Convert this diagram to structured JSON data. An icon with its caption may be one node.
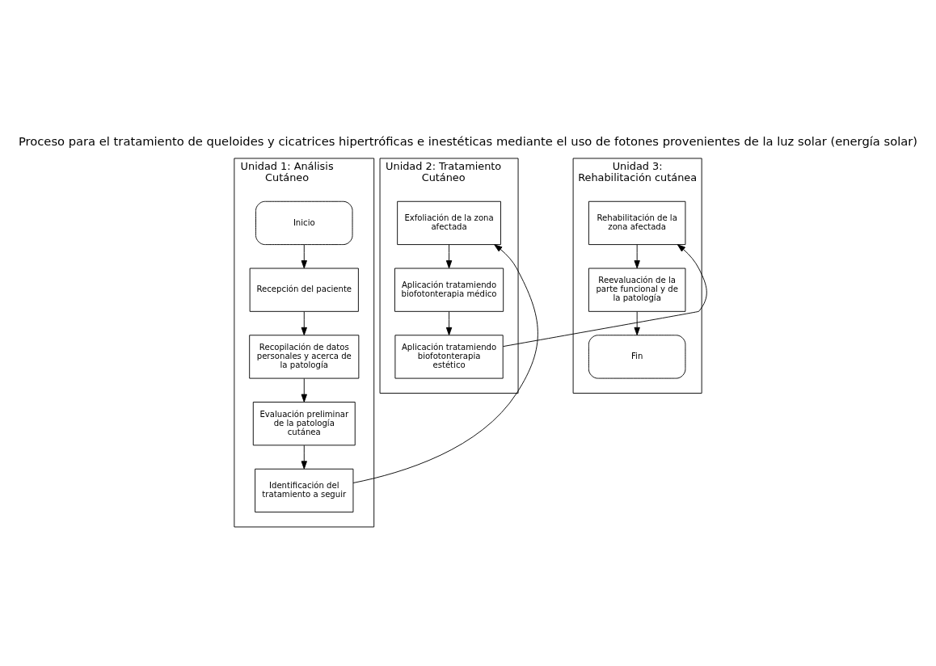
{
  "diagram": {
    "title": "Proceso para el tratamiento de queloides y cicatrices hipertróficas e inestéticas mediante el uso de fotones provenientes de la luz solar (energía solar)",
    "nodes": [
      {
        "text": [
          "Unidad 1: Análisis Cutáneo"
        ]
      },
      {
        "text": [
          "Unidad 2: Tratamiento Cutáneo"
        ]
      },
      {
        "text": [
          "Unidad 3: Rehabilitación cutánea"
        ]
      },
      {
        "text": [
          "Inicio"
        ],
        "in": 0
      },
      {
        "text": [
          "Recepción del paciente"
        ],
        "in": 0
      },
      {
        "text": [
          "Recopilación de datos personales y acerca de la patología"
        ],
        "in": 0
      },
      {
        "text": [
          "Evaluación preliminar de la patología cutánea"
        ],
        "in": 0
      },
      {
        "text": [
          "Identificación del tratamiento a seguir"
        ],
        "in": 0
      },
      {
        "text": [
          "Exfoliación de la zona afectada"
        ],
        "in": 1
      },
      {
        "text": [
          "Aplicación tratamiendo biofotonterapia médico"
        ],
        "in": 1
      },
      {
        "text": [
          "Aplicación tratamiendo biofotonterapia estético"
        ],
        "in": 1
      },
      {
        "text": [
          "Rehabilitación de la zona afectada"
        ],
        "in": 2
      },
      {
        "text": [
          "Reevaluación de la parte funcional y de la patología"
        ],
        "in": 2
      },
      {
        "text": [
          "Fin"
        ],
        "in": 2
      }
    ],
    "edges": [
      {
        "from": 3,
        "to": 4,
        "arrow": "to"
      },
      {
        "from": 4,
        "to": 5,
        "arrow": "to"
      },
      {
        "from": 5,
        "to": 6,
        "arrow": "to"
      },
      {
        "from": 6,
        "to": 7,
        "arrow": "to"
      },
      {
        "from": 7,
        "to": 8,
        "arrow": "to"
      },
      {
        "from": 8,
        "to": 9,
        "arrow": "to"
      },
      {
        "from": 9,
        "to": 10,
        "arrow": "to"
      },
      {
        "from": 10,
        "to": 11,
        "arrow": "to"
      },
      {
        "from": 11,
        "to": 12,
        "arrow": "to"
      },
      {
        "from": 12,
        "to": 13,
        "arrow": "to"
      }
    ]
  }
}
